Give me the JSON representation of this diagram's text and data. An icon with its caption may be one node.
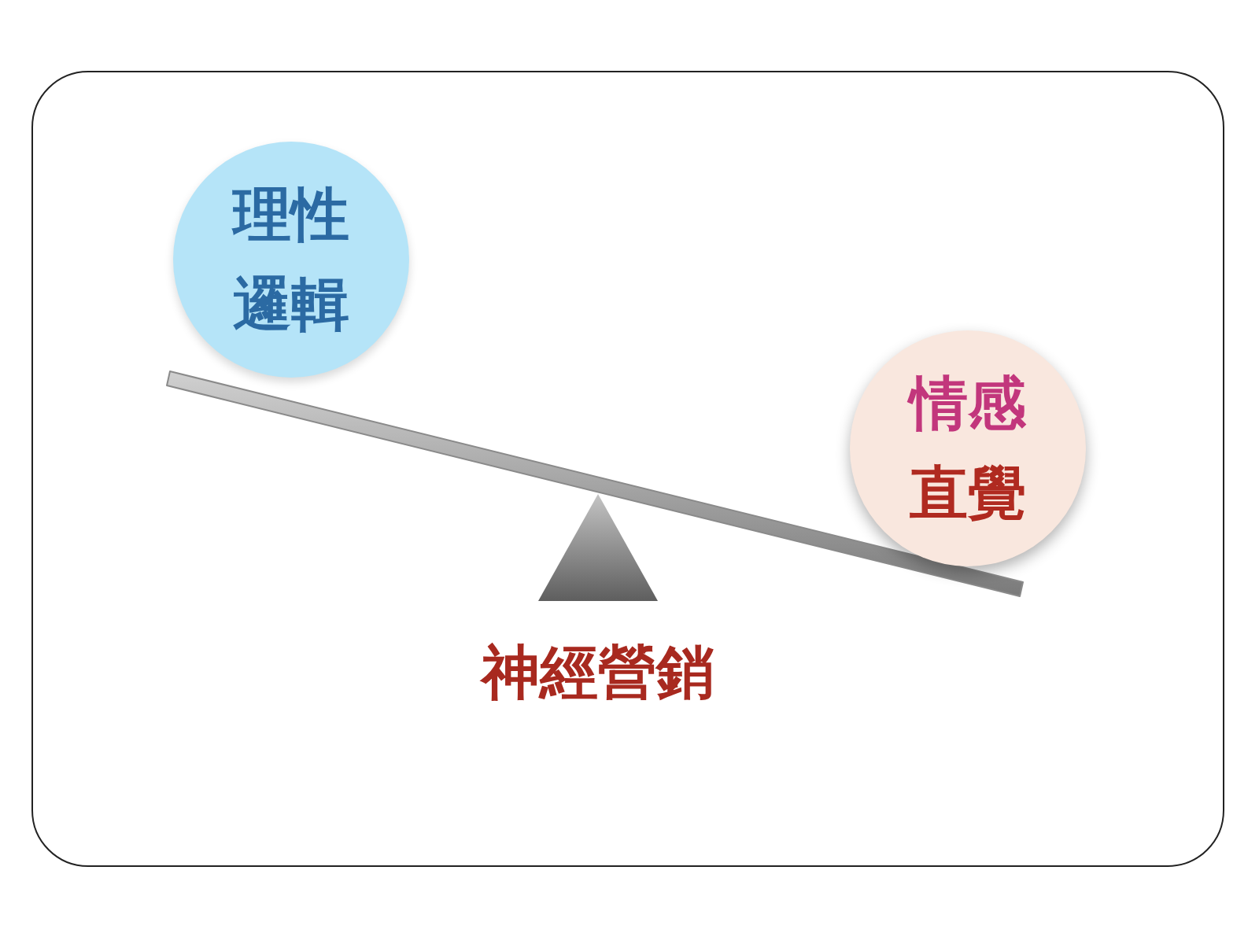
{
  "diagram": {
    "nodes": [
      {
        "text": [
          "理性邏輯"
        ]
      },
      {
        "text": [
          "情感",
          "直覺"
        ]
      }
    ],
    "labels": [
      "神經營銷"
    ]
  }
}
